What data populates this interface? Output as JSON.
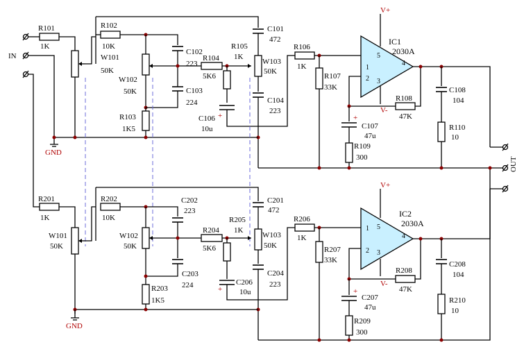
{
  "ports": {
    "in": "IN",
    "out": "OUT",
    "gnd_top": "GND",
    "gnd_bottom": "GND",
    "vplus_top": "V+",
    "vplus_bottom": "V+",
    "vminus_top": "V-",
    "vminus_bottom": "V-"
  },
  "ch1": {
    "R101": {
      "name": "R101",
      "value": "1K"
    },
    "W101": {
      "name": "W101",
      "value": "50K"
    },
    "R102": {
      "name": "R102",
      "value": "10K"
    },
    "W102": {
      "name": "W102",
      "value": "50K"
    },
    "C102": {
      "name": "C102",
      "value": "223"
    },
    "C103": {
      "name": "C103",
      "value": "224"
    },
    "R103": {
      "name": "R103",
      "value": "1K5"
    },
    "R104": {
      "name": "R104",
      "value": "5K6"
    },
    "R105": {
      "name": "R105",
      "value": "1K"
    },
    "C101": {
      "name": "C101",
      "value": "472"
    },
    "W103": {
      "name": "W103",
      "value": "50K"
    },
    "C104": {
      "name": "C104",
      "value": "223"
    },
    "C106": {
      "name": "C106",
      "value": "10u"
    },
    "R106": {
      "name": "R106",
      "value": "1K"
    },
    "R107": {
      "name": "R107",
      "value": "33K"
    },
    "IC1": {
      "name": "IC1",
      "value": "2030A"
    },
    "R108": {
      "name": "R108",
      "value": "47K"
    },
    "C107": {
      "name": "C107",
      "value": "47u"
    },
    "R109": {
      "name": "R109",
      "value": "300"
    },
    "C108": {
      "name": "C108",
      "value": "104"
    },
    "R110": {
      "name": "R110",
      "value": "10"
    }
  },
  "ch2": {
    "R201": {
      "name": "R201",
      "value": "1K"
    },
    "W101": {
      "name": "W101",
      "value": "50K"
    },
    "R202": {
      "name": "R202",
      "value": "10K"
    },
    "W102": {
      "name": "W102",
      "value": "50K"
    },
    "C202": {
      "name": "C202",
      "value": "223"
    },
    "C203": {
      "name": "C203",
      "value": "224"
    },
    "R203": {
      "name": "R203",
      "value": "1K5"
    },
    "R204": {
      "name": "R204",
      "value": "5K6"
    },
    "R205": {
      "name": "R205",
      "value": "1K"
    },
    "C201": {
      "name": "C201",
      "value": "472"
    },
    "W103": {
      "name": "W103",
      "value": "50K"
    },
    "C204": {
      "name": "C204",
      "value": "223"
    },
    "C206": {
      "name": "C206",
      "value": "10u"
    },
    "R206": {
      "name": "R206",
      "value": "1K"
    },
    "R207": {
      "name": "R207",
      "value": "33K"
    },
    "IC2": {
      "name": "IC2",
      "value": "2030A"
    },
    "R208": {
      "name": "R208",
      "value": "47K"
    },
    "C207": {
      "name": "C207",
      "value": "47u"
    },
    "R209": {
      "name": "R209",
      "value": "300"
    },
    "C208": {
      "name": "C208",
      "value": "104"
    },
    "R210": {
      "name": "R210",
      "value": "10"
    }
  },
  "pins": {
    "p1": "1",
    "p2": "2",
    "p3": "3",
    "p4": "4",
    "p5": "5"
  }
}
